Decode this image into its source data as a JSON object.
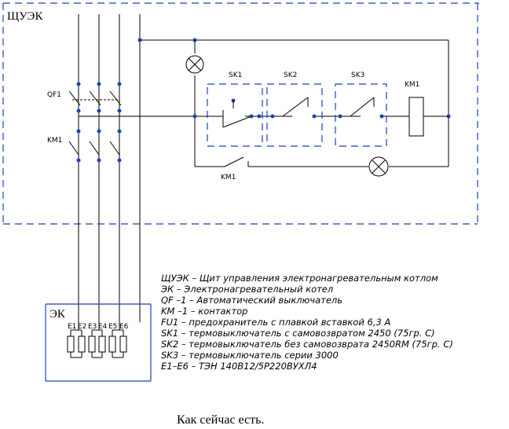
{
  "panel": {
    "title": "ЩУЭК"
  },
  "boiler": {
    "title": "ЭК",
    "heaters": [
      "E1",
      "E2",
      "E3",
      "E4",
      "E5",
      "E6"
    ]
  },
  "components": {
    "qf1": "QF1",
    "km1_main": "KM1",
    "sk1": "SK1",
    "sk2": "SK2",
    "sk3": "SK3",
    "km1_coil": "KM1",
    "km1_aux": "KM1"
  },
  "legend": [
    "ЩУЭК – Щит управления электронагревательным котлом",
    "ЭК – Электронагревательный котел",
    "QF –1  – Автоматический выключатель",
    "KM –1 – контактор",
    "FU1 – предохранитель с плавкой вставкой 6,3 А",
    "SK1 – термовыключатель с самовозвратом 2450 (75гр. С)",
    "SK2 – термовыключатель без самовозврата 2450RM (75гр. С)",
    "SK3 – термовыключатель серии 3000",
    "E1–E6 – ТЭН 140В12/5Р220ВУХЛ4"
  ],
  "caption": "Как сейчас есть."
}
